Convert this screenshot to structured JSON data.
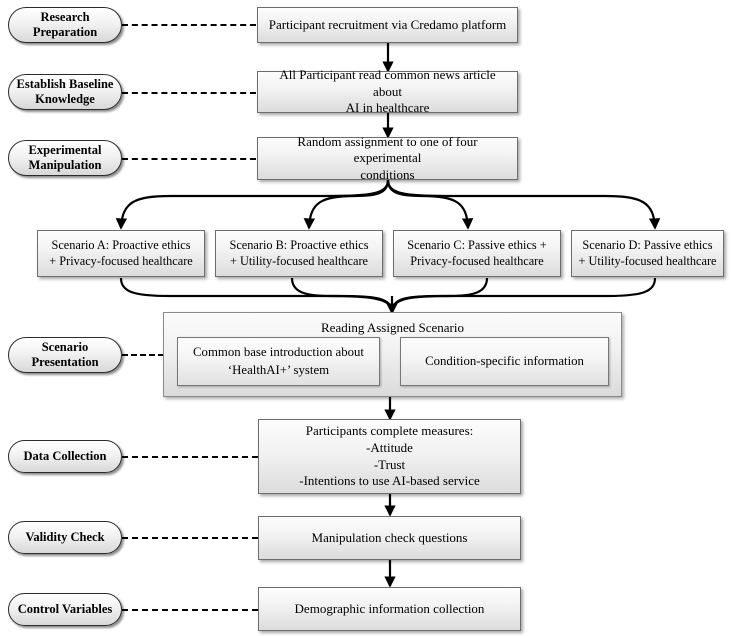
{
  "diagram": {
    "title": "Experimental procedure flowchart",
    "colors": {
      "line": "#000000",
      "box_border": "#6d6d6d",
      "pill_border": "#2b2b2b",
      "box_fill_top": "#fdfdfd",
      "box_fill_bottom": "#dcdcdc"
    }
  },
  "stages": [
    {
      "id": "research-preparation",
      "label": "Research\nPreparation"
    },
    {
      "id": "establish-baseline",
      "label": "Establish Baseline\nKnowledge"
    },
    {
      "id": "experimental-manipulation",
      "label": "Experimental\nManipulation"
    },
    {
      "id": "scenario-presentation",
      "label": "Scenario\nPresentation"
    },
    {
      "id": "data-collection",
      "label": "Data Collection"
    },
    {
      "id": "validity-check",
      "label": "Validity Check"
    },
    {
      "id": "control-variables",
      "label": "Control Variables"
    }
  ],
  "steps": [
    {
      "id": "recruitment",
      "label": "Participant recruitment via Credamo platform"
    },
    {
      "id": "read-news-article",
      "label": "All Participant read common news article about\nAI in healthcare"
    },
    {
      "id": "random-assignment",
      "label": "Random assignment to one of four experimental\nconditions"
    },
    {
      "id": "measures",
      "label": "Participants complete measures:\n-Attitude\n-Trust\n-Intentions to use AI-based service"
    },
    {
      "id": "manipulation-check",
      "label": "Manipulation check questions"
    },
    {
      "id": "demographics",
      "label": "Demographic information collection"
    }
  ],
  "scenarios": [
    {
      "id": "scenario-a",
      "label": "Scenario A: Proactive ethics\n+ Privacy-focused healthcare"
    },
    {
      "id": "scenario-b",
      "label": "Scenario B: Proactive ethics\n+ Utility-focused healthcare"
    },
    {
      "id": "scenario-c",
      "label": "Scenario C: Passive ethics +\nPrivacy-focused healthcare"
    },
    {
      "id": "scenario-d",
      "label": "Scenario D: Passive ethics\n+ Utility-focused healthcare"
    }
  ],
  "scenario_presentation": {
    "group_title": "Reading Assigned Scenario",
    "sub_boxes": [
      {
        "id": "common-base-intro",
        "label": "Common base introduction about\n‘HealthAI+’ system"
      },
      {
        "id": "condition-specific-info",
        "label": "Condition-specific information"
      }
    ]
  }
}
